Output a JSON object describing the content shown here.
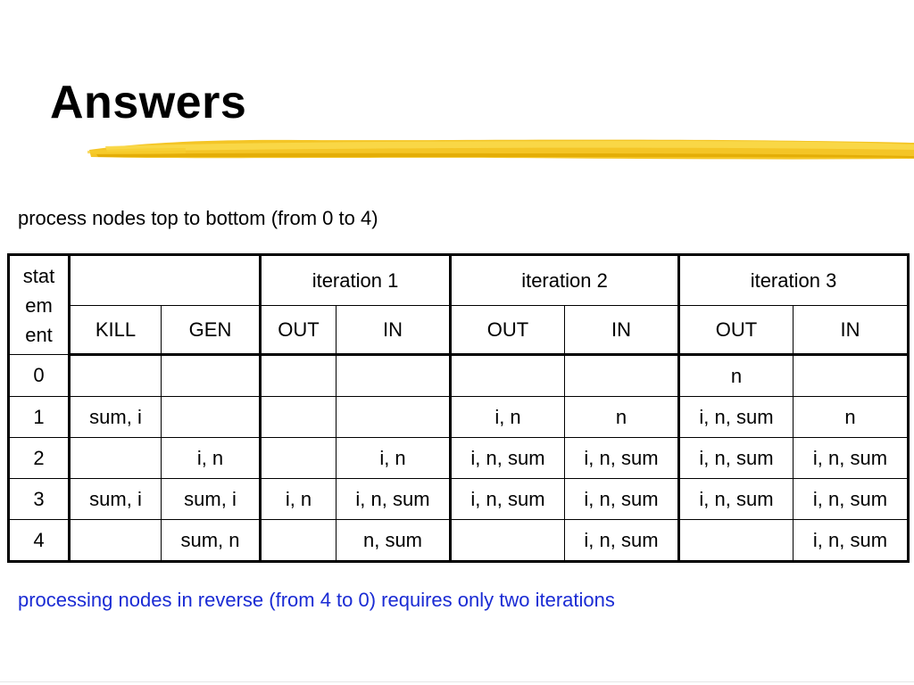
{
  "slide": {
    "title": "Answers",
    "intro": "process nodes top to bottom (from 0 to 4)",
    "footer_note": "processing nodes in reverse (from 4 to 0) requires only two iterations",
    "accent_color": "#1a2bd4",
    "underline_color": "#f5c400"
  },
  "table": {
    "statement_header": "stat em ent",
    "groups": [
      "",
      "iteration 1",
      "iteration 2",
      "iteration 3"
    ],
    "columns": [
      "KILL",
      "GEN",
      "OUT",
      "IN",
      "OUT",
      "IN",
      "OUT",
      "IN"
    ],
    "rows": [
      [
        "0",
        "",
        "",
        "",
        "",
        "",
        "",
        "n",
        ""
      ],
      [
        "1",
        "sum, i",
        "",
        "",
        "",
        "i, n",
        "n",
        "i, n, sum",
        "n"
      ],
      [
        "2",
        "",
        "i, n",
        "",
        "i, n",
        "i, n, sum",
        "i, n, sum",
        "i, n, sum",
        "i, n, sum"
      ],
      [
        "3",
        "sum, i",
        "sum, i",
        "i, n",
        "i, n, sum",
        "i, n, sum",
        "i, n, sum",
        "i, n, sum",
        "i, n, sum"
      ],
      [
        "4",
        "",
        "sum, n",
        "",
        "n, sum",
        "",
        "i, n, sum",
        "",
        "i, n, sum"
      ]
    ]
  }
}
